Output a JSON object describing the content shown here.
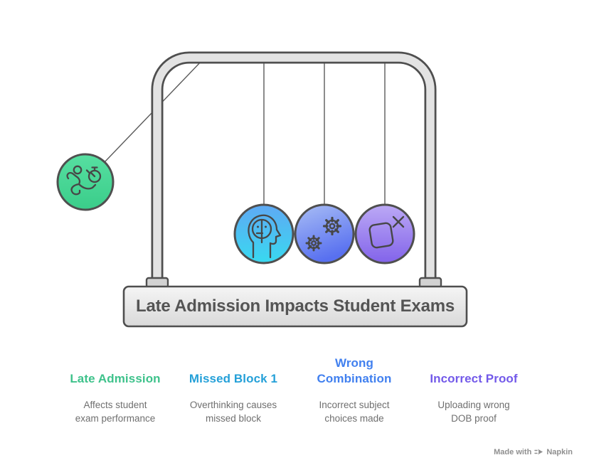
{
  "colors": {
    "outline": "#4F4F4F",
    "frame_fill": "#E3E3E3",
    "string": "#5A5A5A",
    "icon_stroke": "#474747",
    "base_fill_top": "#F5F5F5",
    "base_fill_bottom": "#D9D9D9",
    "feet_fill": "#D2D2D2",
    "title_color": "#545454",
    "body_text": "#6F6F6F",
    "watermark": "#8F8F8F"
  },
  "pendulum": {
    "base_label": "Late Admission Impacts Student Exams",
    "balls": [
      {
        "id": "late-admission",
        "icon": "runner-stopwatch-icon",
        "grad_top": "#57DFA1",
        "grad_bottom": "#3ACD8A"
      },
      {
        "id": "missed-block",
        "icon": "head-brain-icon",
        "grad_top": "#5FA9F4",
        "grad_bottom": "#38D9F0"
      },
      {
        "id": "wrong-combination",
        "icon": "gears-icon",
        "grad_top": "#A9BEF5",
        "grad_bottom": "#5870F0"
      },
      {
        "id": "incorrect-proof",
        "icon": "card-x-icon",
        "grad_top": "#BCA9F5",
        "grad_bottom": "#8263EA"
      }
    ]
  },
  "columns": [
    {
      "heading": "Late Admission",
      "color": "#3EC28B",
      "body": "Affects student\nexam performance"
    },
    {
      "heading": "Missed Block 1",
      "color": "#24A0D8",
      "body": "Overthinking causes\nmissed block"
    },
    {
      "heading": "Wrong\nCombination",
      "color": "#4180EF",
      "body": "Incorrect subject\nchoices made"
    },
    {
      "heading": "Incorrect Proof",
      "color": "#7259E9",
      "body": "Uploading wrong\nDOB proof"
    }
  ],
  "watermark": {
    "prefix": "Made with",
    "brand": "Napkin"
  }
}
